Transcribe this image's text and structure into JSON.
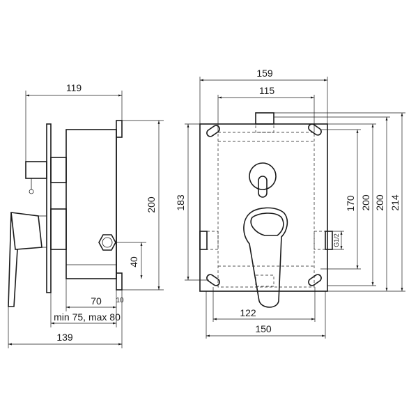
{
  "side_view": {
    "top_width": "119",
    "height": "200",
    "port_offset": "40",
    "depth": "70",
    "flange": "10",
    "install_range": "min 75, max 80",
    "total_width": "139"
  },
  "front_view": {
    "outer_width": "159",
    "inner_width": "115",
    "height_left": "183",
    "height_170": "170",
    "height_200a": "200",
    "height_200b": "200",
    "height_214": "214",
    "thread": "G1/2",
    "lower_width": "122",
    "base_width": "150"
  }
}
